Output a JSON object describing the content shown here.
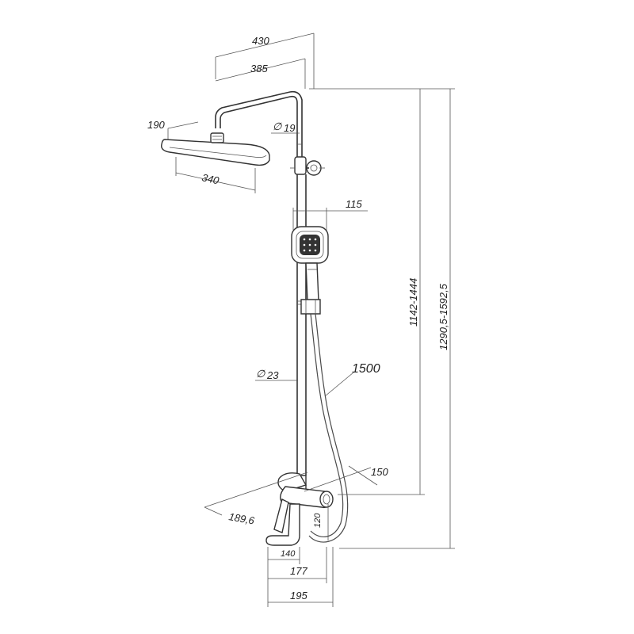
{
  "dimensions": {
    "d430": "430",
    "d385": "385",
    "d190": "190",
    "d340": "340",
    "dia19": "19",
    "d115": "115",
    "dia23": "23",
    "d1500": "1500",
    "d150": "150",
    "d189": "189,6",
    "d120": "120",
    "d140": "140",
    "d177": "177",
    "d195": "195",
    "h1": "1142-1444",
    "h2": "1290,5-1592,5"
  },
  "symbols": {
    "diameter": "∅"
  },
  "colors": {
    "line": "#333333",
    "background": "#ffffff"
  }
}
